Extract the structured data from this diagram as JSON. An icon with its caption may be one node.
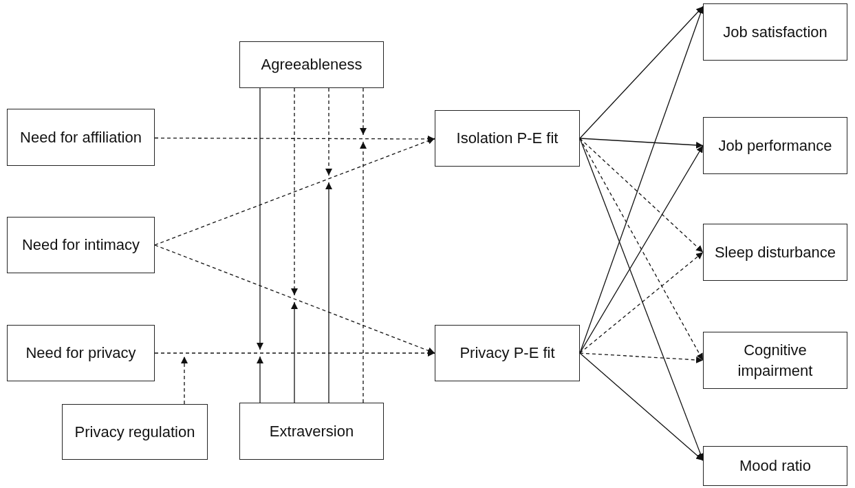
{
  "diagram": {
    "nodes": [
      {
        "text": [
          "Agreeableness"
        ]
      },
      {
        "text": [
          "Job satisfaction"
        ]
      },
      {
        "text": [
          "Need for affiliation"
        ]
      },
      {
        "text": [
          "Isolation P-E fit"
        ]
      },
      {
        "text": [
          "Job performance"
        ]
      },
      {
        "text": [
          "Need for intimacy"
        ]
      },
      {
        "text": [
          "Sleep disturbance"
        ]
      },
      {
        "text": [
          "Need for privacy"
        ]
      },
      {
        "text": [
          "Privacy P-E fit"
        ]
      },
      {
        "text": [
          "Cognitive impairment"
        ]
      },
      {
        "text": [
          "Privacy regulation"
        ]
      },
      {
        "text": [
          "Extraversion"
        ]
      },
      {
        "text": [
          "Mood ratio"
        ]
      }
    ],
    "edges": [
      {
        "from": 2,
        "to": 3,
        "arrow": "to",
        "style": "dashed"
      },
      {
        "from": 5,
        "to": 3,
        "arrow": "to",
        "style": "dashed"
      },
      {
        "from": 5,
        "to": 8,
        "arrow": "to",
        "style": "dashed"
      },
      {
        "from": 7,
        "to": 8,
        "arrow": "to",
        "style": "dashed"
      },
      {
        "from": 0,
        "to": null,
        "arrow": "to"
      },
      {
        "from": 0,
        "to": null,
        "arrow": "to",
        "style": "dashed"
      },
      {
        "from": 0,
        "to": null,
        "arrow": "to",
        "style": "dashed"
      },
      {
        "from": 0,
        "to": null,
        "arrow": "to",
        "style": "dashed"
      },
      {
        "from": 11,
        "to": null,
        "arrow": "to"
      },
      {
        "from": 11,
        "to": null,
        "arrow": "to"
      },
      {
        "from": 11,
        "to": null,
        "arrow": "to"
      },
      {
        "from": 11,
        "to": null,
        "arrow": "to",
        "style": "dashed"
      },
      {
        "from": 10,
        "to": null,
        "arrow": "to",
        "style": "dashed"
      },
      {
        "from": 3,
        "to": 1,
        "arrow": "to"
      },
      {
        "from": 3,
        "to": 4,
        "arrow": "to"
      },
      {
        "from": 3,
        "to": 6,
        "arrow": "to",
        "style": "dashed"
      },
      {
        "from": 3,
        "to": 9,
        "arrow": "to",
        "style": "dashed"
      },
      {
        "from": 3,
        "to": 12,
        "arrow": "to"
      },
      {
        "from": 8,
        "to": 1,
        "arrow": "to"
      },
      {
        "from": 8,
        "to": 4,
        "arrow": "to"
      },
      {
        "from": 8,
        "to": 6,
        "arrow": "to",
        "style": "dashed"
      },
      {
        "from": 8,
        "to": 9,
        "arrow": "to",
        "style": "dashed"
      },
      {
        "from": 8,
        "to": 12,
        "arrow": "to"
      }
    ]
  }
}
